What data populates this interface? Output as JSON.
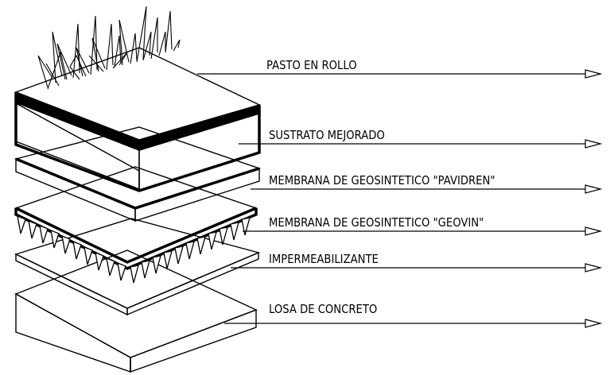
{
  "layers": [
    {
      "label": "PASTO EN ROLLO"
    },
    {
      "label": "SUSTRATO MEJORADO"
    },
    {
      "label": "MEMBRANA DE GEOSINTETICO \"PAVIDREN\""
    },
    {
      "label": "MEMBRANA DE GEOSINTETICO \"GEOVIN\""
    },
    {
      "label": "IMPERMEABILIZANTE"
    },
    {
      "label": "LOSA DE CONCRETO"
    }
  ],
  "colors": {
    "ink": "#000000",
    "paper": "#ffffff"
  }
}
